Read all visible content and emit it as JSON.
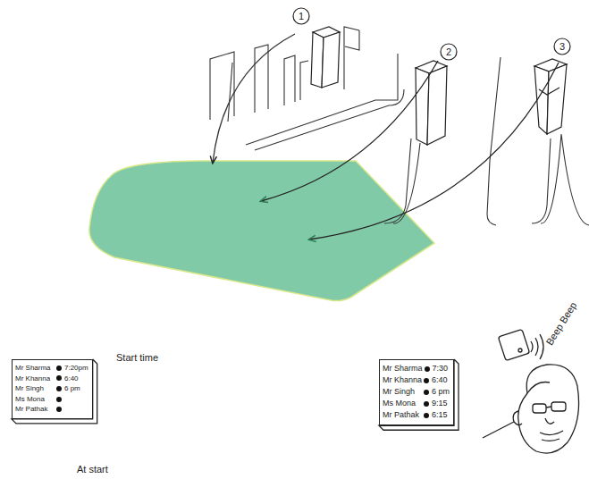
{
  "diagram": {
    "nodes": [
      {
        "text": [
          "Mr Sharma",
          "7:20pm",
          "Mr Khanna",
          "6:40",
          "Mr Singh",
          "6 pm",
          "Ms Mona",
          "Mr Pathak"
        ]
      },
      {
        "text": [
          "Mr Sharma",
          "7:30",
          "Mr Khanna",
          "6:40",
          "Mr Singh",
          "6 pm",
          "Ms Mona",
          "9:15",
          "Mr Pathak",
          "6:15"
        ]
      }
    ],
    "labels": [
      "1",
      "2",
      "3",
      "Start time",
      "At start",
      "Beep Beep"
    ]
  }
}
